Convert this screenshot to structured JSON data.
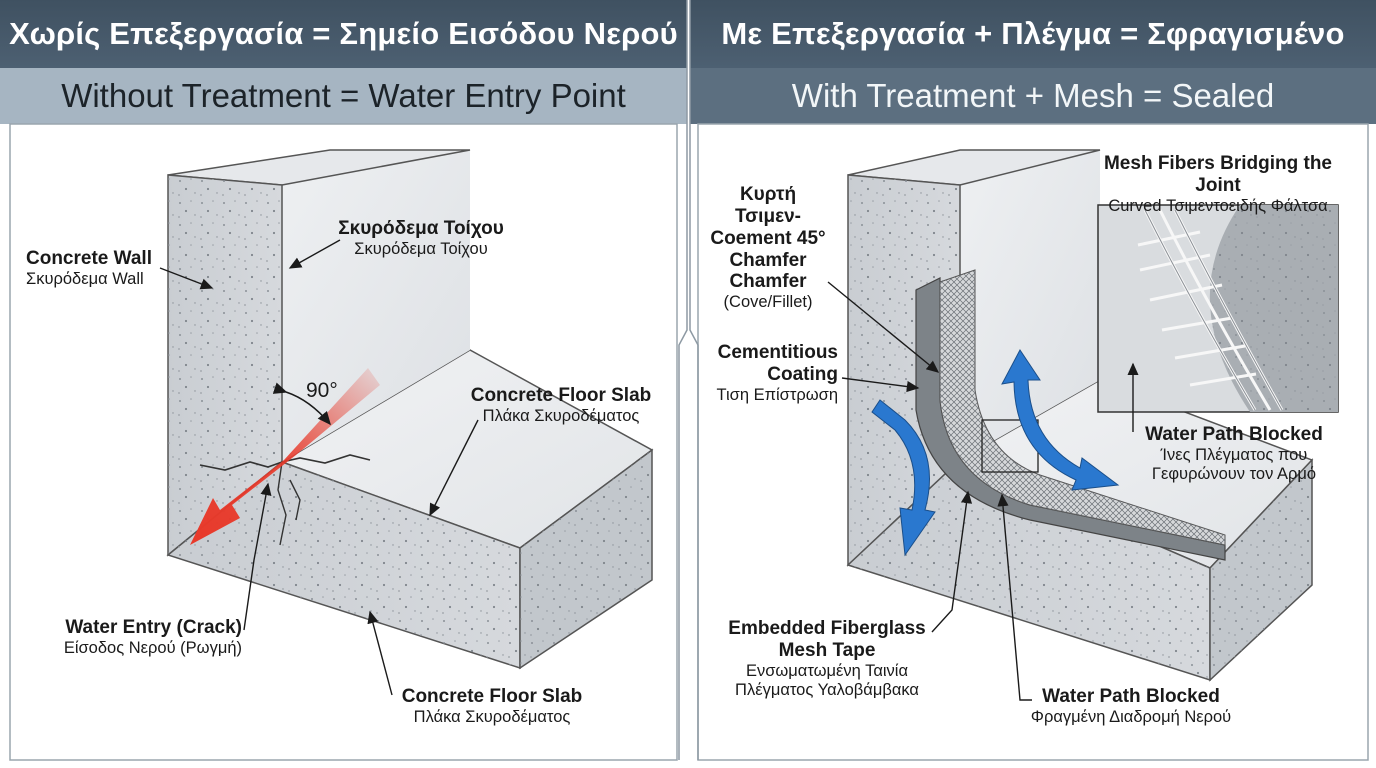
{
  "left": {
    "title": "Χωρίς Επεξεργασία = Σημείο Εισόδου Νερού",
    "subtitle": "Without Treatment = Water Entry Point",
    "angle": "90°",
    "labels": {
      "concrete_wall": {
        "bold": "Concrete Wall",
        "sub": "Σκυρόδεμα Wall"
      },
      "wall_concrete": {
        "bold": "Σκυρόδεμα Τοίχου",
        "sub": "Σκυρόδεμα Τοίχου"
      },
      "floor_slab_top": {
        "bold": "Concrete Floor Slab",
        "sub": "Πλάκα Σκυροδέματος"
      },
      "water_entry": {
        "bold": "Water Entry (Crack)",
        "sub": "Είσοδος Νερού (Ρωγμή)"
      },
      "floor_slab_bottom": {
        "bold": "Concrete Floor Slab",
        "sub": "Πλάκα Σκυροδέματος"
      }
    }
  },
  "right": {
    "title": "Με Επεξεργασία + Πλέγμα = Σφραγισμένο",
    "subtitle": "With Treatment + Mesh = Sealed",
    "labels": {
      "chamfer_1": "Κυρτή Τσιμεν-",
      "chamfer_2": "Coement 45°",
      "chamfer_3": "Chamfer",
      "chamfer_4": "Chamfer",
      "chamfer_sub": "(Cove/Fillet)",
      "coating_1": "Cementitious",
      "coating_2": "Coating",
      "coating_sub": "Τιση Επίστρωση",
      "mesh_fibers": {
        "bold": "Mesh Fibers Bridging the Joint",
        "sub": "Curved Τσιμεντοειδής Φάλτσα"
      },
      "water_blocked_inset": {
        "bold": "Water Path Blocked",
        "sub1": "Ίνες Πλέγματος που",
        "sub2": "Γεφυρώνουν τον Αρμό"
      },
      "mesh_tape": {
        "bold1": "Embedded Fiberglass",
        "bold2": "Mesh Tape",
        "sub1": "Ενσωματωμένη Ταινία",
        "sub2": "Πλέγματος Υαλοβάμβακα"
      },
      "water_blocked_bottom": {
        "bold": "Water Path Blocked",
        "sub": "Φραγμένη Διαδρομή Νερού"
      }
    }
  },
  "colors": {
    "header_dark": "#3f5161",
    "sub_left": "#a6b5c2",
    "sub_right": "#5c6f80",
    "water_red": "#e8392a",
    "water_blue": "#2a78cf",
    "concrete": "#cfd3d7"
  }
}
